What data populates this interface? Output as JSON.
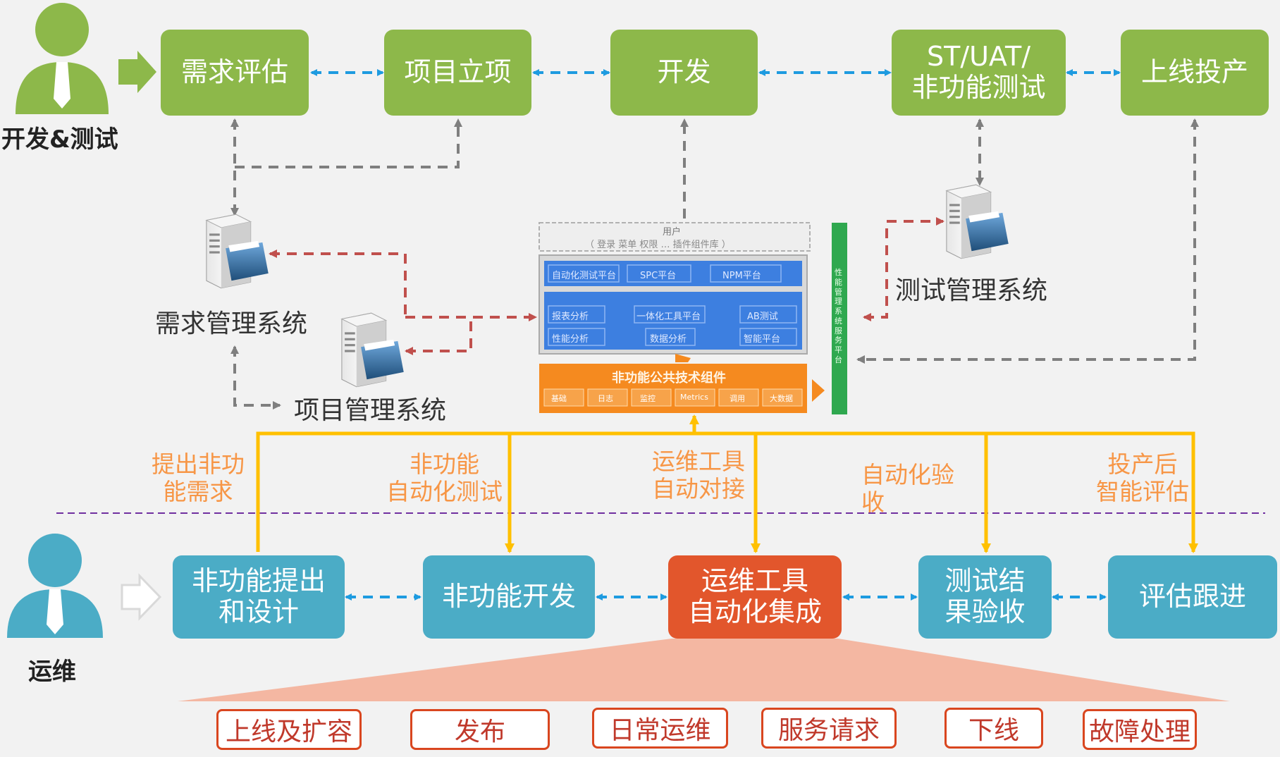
{
  "roles": {
    "dev": "开发&测试",
    "ops": "运维"
  },
  "dev_flow": [
    {
      "label": "需求评估"
    },
    {
      "label": "项目立项"
    },
    {
      "label": "开发"
    },
    {
      "label": "ST/UAT/\n非功能测试"
    },
    {
      "label": "上线投产"
    }
  ],
  "systems": {
    "req": "需求管理系统",
    "proj": "项目管理系统",
    "test": "测试管理系统"
  },
  "platform": {
    "top_title": "用户",
    "top_sub": "（ 登录    菜单    权限    …    插件组件库 ）",
    "row1": [
      "自动化测试平台",
      "SPC平台",
      "NPM平台"
    ],
    "row2": [
      "报表分析",
      "一体化工具平台",
      "AB测试"
    ],
    "row3": [
      "性能分析",
      "数据分析",
      "智能平台"
    ],
    "core": "非功能公共技术组件",
    "core_items": [
      "基础",
      "日志",
      "监控",
      "Metrics",
      "调用",
      "大数据"
    ],
    "side": "性能管理系统服务平台"
  },
  "ops_labels": [
    "提出非功\n能需求",
    "非功能\n自动化测试",
    "运维工具\n自动对接",
    "自动化验\n收",
    "投产后\n智能评估"
  ],
  "ops_flow": [
    {
      "label": "非功能提出\n和设计"
    },
    {
      "label": "非功能开发"
    },
    {
      "label": "运维工具\n自动化集成"
    },
    {
      "label": "测试结\n果验收"
    },
    {
      "label": "评估跟进"
    }
  ],
  "ops_tasks": [
    "上线及扩容",
    "发布",
    "日常运维",
    "服务请求",
    "下线",
    "故障处理"
  ],
  "colors": {
    "green": "#8db84a",
    "blue": "#4bacc6",
    "orange_box": "#e2562c",
    "orange_text": "#f79646",
    "yellow_line": "#ffc000",
    "arrow_blue": "#1e9be0",
    "arrow_gray": "#7f7f7f",
    "arrow_red": "#c0504d",
    "divider": "#7030a0"
  }
}
